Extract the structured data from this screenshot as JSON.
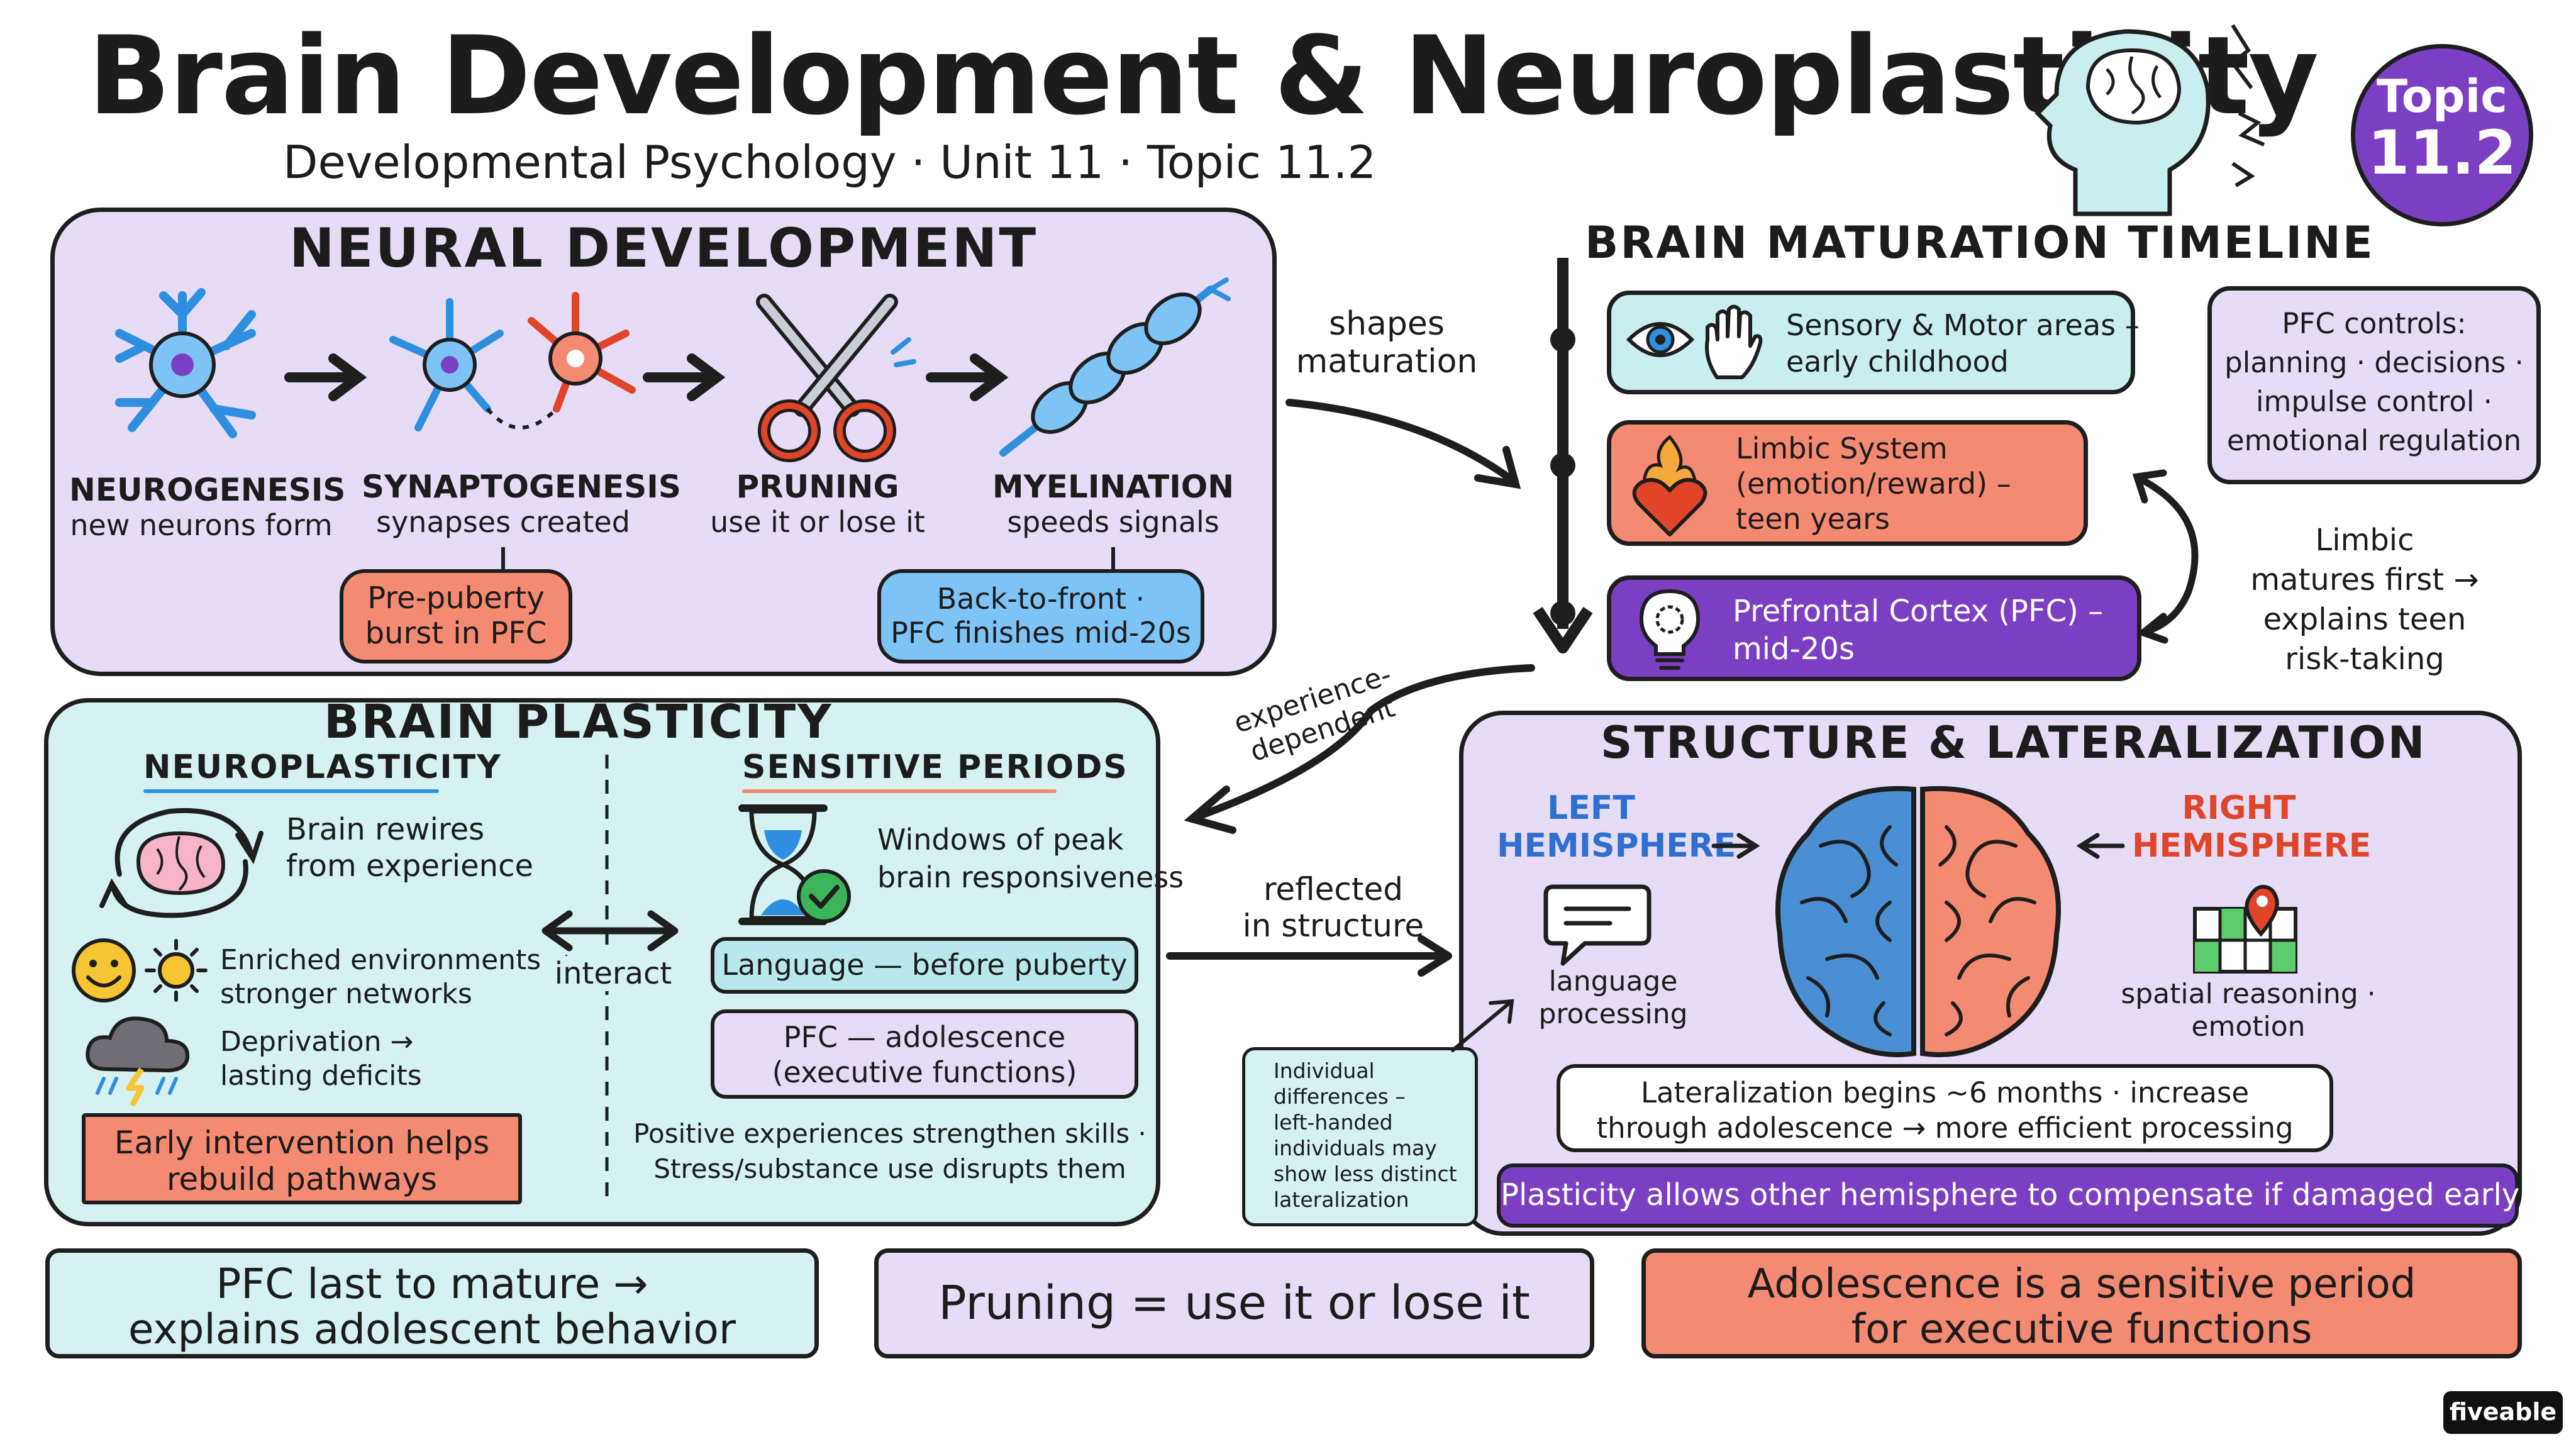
{
  "header": {
    "title": "Brain Development & Neuroplasticity",
    "subtitle": "Developmental Psychology · Unit 11 · Topic 11.2",
    "badge_line1": "Topic",
    "badge_line2": "11.2"
  },
  "neural_development": {
    "heading": "NEURAL DEVELOPMENT",
    "stages": [
      {
        "title": "NEUROGENESIS",
        "desc": "new neurons form"
      },
      {
        "title": "SYNAPTOGENESIS",
        "desc": "synapses created"
      },
      {
        "title": "PRUNING",
        "desc": "use it or lose it"
      },
      {
        "title": "MYELINATION",
        "desc": "speeds signals"
      }
    ],
    "note_synapto": {
      "line1": "Pre-puberty",
      "line2": "burst in PFC"
    },
    "note_myelin": {
      "line1": "Back-to-front ·",
      "line2": "PFC finishes mid-20s"
    }
  },
  "connectors": {
    "shapes_line1": "shapes",
    "shapes_line2": "maturation",
    "experience_line1": "experience-",
    "experience_line2": "dependent",
    "reflected_line1": "reflected",
    "reflected_line2": "in structure"
  },
  "timeline": {
    "heading": "BRAIN MATURATION TIMELINE",
    "items": [
      {
        "line1": "Sensory & Motor areas –",
        "line2": "early childhood"
      },
      {
        "line1": "Limbic System",
        "line2": "(emotion/reward) –",
        "line3": "teen years"
      },
      {
        "line1": "Prefrontal Cortex (PFC) –",
        "line2": "mid-20s"
      }
    ],
    "pfc_note": {
      "line1": "PFC controls:",
      "line2": "planning · decisions ·",
      "line3": "impulse control ·",
      "line4": "emotional regulation"
    },
    "limbic_note": {
      "line1": "Limbic",
      "line2": "matures first →",
      "line3": "explains teen",
      "line4": "risk-taking"
    }
  },
  "plasticity": {
    "heading": "BRAIN PLASTICITY",
    "neuro": {
      "subheading": "NEUROPLASTICITY",
      "rewires_line1": "Brain rewires",
      "rewires_line2": "from experience",
      "enriched_line1": "Enriched environments →",
      "enriched_line2": "stronger networks",
      "deprivation_line1": "Deprivation →",
      "deprivation_line2": "lasting deficits",
      "intervention_line1": "Early intervention helps",
      "intervention_line2": "rebuild pathways"
    },
    "interact": "interact",
    "sensitive": {
      "subheading": "SENSITIVE PERIODS",
      "windows_line1": "Windows of peak",
      "windows_line2": "brain responsiveness",
      "language": "Language — before puberty",
      "pfc_line1": "PFC — adolescence",
      "pfc_line2": "(executive functions)",
      "positive_line1": "Positive experiences strengthen skills ·",
      "positive_line2": "Stress/substance use disrupts them"
    }
  },
  "structure": {
    "heading": "STRUCTURE & LATERALIZATION",
    "left_line1": "LEFT",
    "left_line2": "HEMISPHERE",
    "right_line1": "RIGHT",
    "right_line2": "HEMISPHERE",
    "language_line1": "language",
    "language_line2": "processing",
    "spatial_line1": "spatial reasoning ·",
    "spatial_line2": "emotion",
    "lateralization_line1": "Lateralization begins ~6 months · increase",
    "lateralization_line2": "through adolescence → more efficient processing",
    "plasticity_note": "Plasticity allows other hemisphere to compensate if damaged early",
    "individual": {
      "line1": "Individual",
      "line2": "differences –",
      "line3": "left-handed",
      "line4": "individuals may",
      "line5": "show less distinct",
      "line6": "lateralization"
    }
  },
  "takeaways": {
    "pfc_line1": "PFC last to mature →",
    "pfc_line2": "explains adolescent behavior",
    "pruning": "Pruning = use it or lose it",
    "adolescence_line1": "Adolescence is a sensitive period",
    "adolescence_line2": "for executive functions"
  },
  "brand": "fiveable",
  "colors": {
    "lavender": "#e6dcf5",
    "mint": "#d6f1f1",
    "coral": "#f58a72",
    "purple": "#7b3fc4",
    "blue": "#2e8fe0",
    "red": "#e0452a"
  }
}
